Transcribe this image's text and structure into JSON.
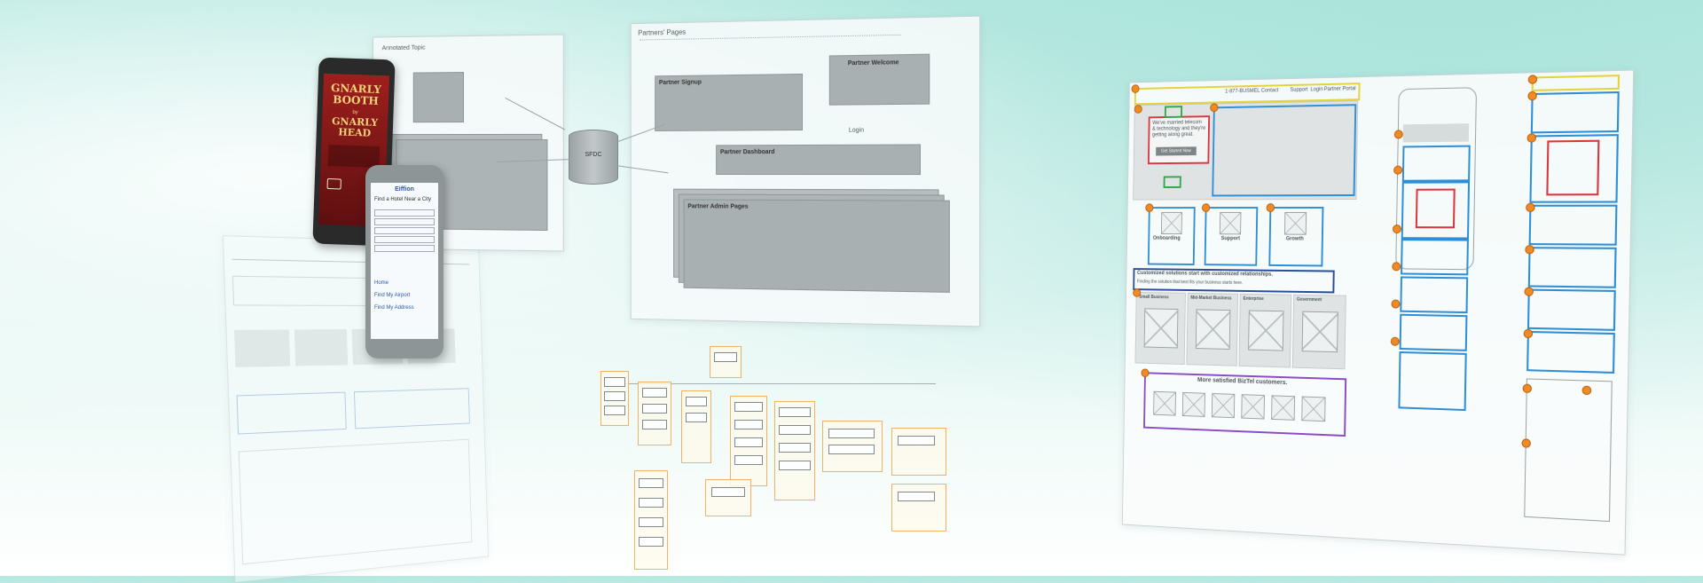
{
  "book": {
    "title": "GNARLY BOOTH",
    "by": "by",
    "author": "GNARLY HEAD"
  },
  "phone2": {
    "brand": "Eiffion",
    "heading": "Find a Hotel Near a City",
    "links": [
      "Home",
      "Find My Airport",
      "Find My Address"
    ]
  },
  "flow": {
    "title": "Partners' Pages",
    "hub": "SFDC",
    "login": "Login",
    "sign_up": "Partner Signup",
    "welcome": "Partner Welcome",
    "dashboard": "Partner Dashboard",
    "admin": "Partner Admin Pages",
    "annotated": "Annotated Topic"
  },
  "wireframe": {
    "nav_contact": "1-877-BUSMEL Contact",
    "nav_support": "Support",
    "nav_login": "Login",
    "nav_partner": "Partner Portal",
    "hero": "We've married telecom & technology and they're getting along great.",
    "hero_cta": "Get Started Now",
    "features": [
      "Onboarding",
      "Support",
      "Growth"
    ],
    "banner": "Customized solutions start with customized relationships.",
    "banner_sub": "Finding the solution that best fits your business starts here.",
    "tiers": [
      "Small Business",
      "Mid-Market Business",
      "Enterprise",
      "Government"
    ],
    "customers": "More satisfied BizTel customers."
  },
  "colors": {
    "background_top": "#b7e9e1",
    "accent_orange": "#f08a24",
    "wf_yellow": "#e6d23a",
    "wf_red": "#d9363e",
    "wf_blue": "#2f8fd6",
    "wf_purple": "#8a4bc7",
    "wf_green": "#2ea84a"
  }
}
